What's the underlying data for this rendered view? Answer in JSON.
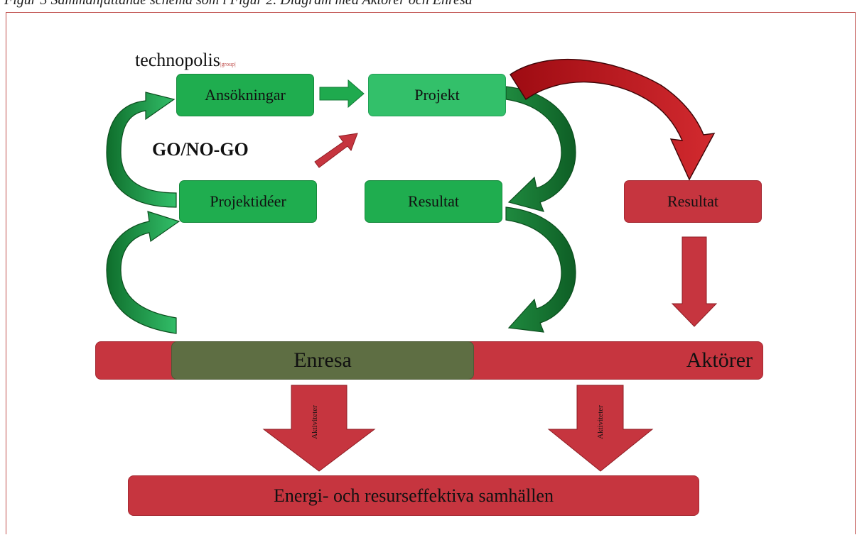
{
  "caption": "Figur 3 Sammanfattande schema som i Figur 2. Diagram med Aktörer och Enresa",
  "logo": {
    "main": "technopolis",
    "sub": "|group|"
  },
  "labels": {
    "ansokningar": "Ansökningar",
    "projekt": "Projekt",
    "gonogo": "GO/NO-GO",
    "projektideer": "Projektidéer",
    "resultat_center": "Resultat",
    "resultat_right": "Resultat",
    "enresa": "Enresa",
    "aktorer": "Aktörer",
    "aktiviteter_left": "Aktiviteter",
    "aktiviteter_right": "Aktiviteter",
    "energi": "Energi- och resurseffektiva samhällen"
  },
  "colors": {
    "green": "#1fad4f",
    "green_dark": "#1b7a3a",
    "red": "#c6353f",
    "red_dark": "#b3141c",
    "olive": "#5e6e43",
    "frame": "#c0504d"
  }
}
